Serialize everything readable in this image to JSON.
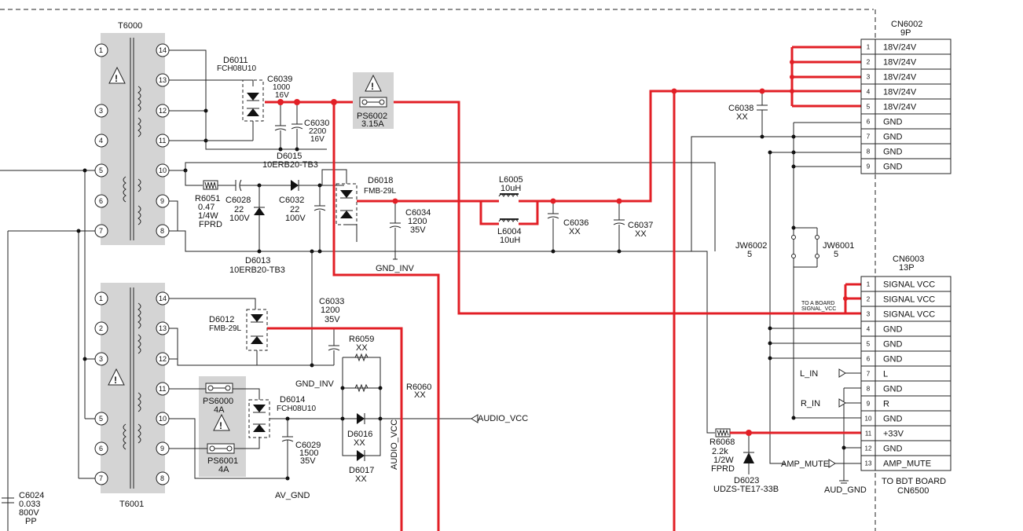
{
  "colors": {
    "power_rail": "#e21f26",
    "wire": "#222222",
    "core": "#d4d4d4"
  },
  "transformers": {
    "t6000": {
      "name": "T6000",
      "left_pins": [
        "1",
        "3",
        "4",
        "5",
        "6",
        "7"
      ],
      "right_pins": [
        "14",
        "13",
        "12",
        "11",
        "10",
        "9",
        "8"
      ]
    },
    "t6001": {
      "name": "T6001",
      "left_pins": [
        "1",
        "2",
        "3",
        "5",
        "6",
        "7"
      ],
      "right_pins": [
        "14",
        "13",
        "12",
        "11",
        "10",
        "9",
        "8"
      ]
    }
  },
  "components": {
    "d6011": {
      "ref": "D6011",
      "part": "FCH08U10"
    },
    "c6039": {
      "ref": "C6039",
      "v1": "1000",
      "v2": "16V"
    },
    "c6030": {
      "ref": "C6030",
      "v1": "2200",
      "v2": "16V"
    },
    "ps6002": {
      "ref": "PS6002",
      "v1": "3.15A"
    },
    "d6015": {
      "ref": "D6015",
      "part": "10ERB20-TB3"
    },
    "r6051": {
      "ref": "R6051",
      "v1": "0.47",
      "v2": "1/4W",
      "v3": "FPRD"
    },
    "c6028": {
      "ref": "C6028",
      "v1": "22",
      "v2": "100V"
    },
    "c6032": {
      "ref": "C6032",
      "v1": "22",
      "v2": "100V"
    },
    "d6018": {
      "ref": "D6018",
      "part": "FMB-29L"
    },
    "c6034": {
      "ref": "C6034",
      "v1": "1200",
      "v2": "35V"
    },
    "l6005": {
      "ref": "L6005",
      "v1": "10uH"
    },
    "l6004": {
      "ref": "L6004",
      "v1": "10uH"
    },
    "c6036": {
      "ref": "C6036",
      "v1": "XX"
    },
    "c6037": {
      "ref": "C6037",
      "v1": "XX"
    },
    "c6038": {
      "ref": "C6038",
      "v1": "XX"
    },
    "d6013": {
      "ref": "D6013",
      "part": "10ERB20-TB3"
    },
    "c6033": {
      "ref": "C6033",
      "v1": "1200",
      "v2": "35V"
    },
    "d6012": {
      "ref": "D6012",
      "part": "FMB-29L"
    },
    "r6059": {
      "ref": "R6059",
      "v1": "XX"
    },
    "r6060": {
      "ref": "R6060",
      "v1": "XX"
    },
    "ps6000": {
      "ref": "PS6000",
      "v1": "4A"
    },
    "ps6001": {
      "ref": "PS6001",
      "v1": "4A"
    },
    "d6014": {
      "ref": "D6014",
      "part": "FCH08U10"
    },
    "c6029": {
      "ref": "C6029",
      "v1": "1500",
      "v2": "35V"
    },
    "d6016": {
      "ref": "D6016",
      "v1": "XX"
    },
    "d6017": {
      "ref": "D6017",
      "v1": "XX"
    },
    "c6024": {
      "ref": "C6024",
      "v1": "0.033",
      "v2": "800V",
      "v3": "PP"
    },
    "r6068": {
      "ref": "R6068",
      "v1": "2.2k",
      "v2": "1/2W",
      "v3": "FPRD"
    },
    "d6023": {
      "ref": "D6023",
      "part": "UDZS-TE17-33B"
    },
    "jw6002": {
      "ref": "JW6002",
      "v1": "5"
    },
    "jw6001": {
      "ref": "JW6001",
      "v1": "5"
    }
  },
  "nets": {
    "gnd_inv_1": "GND_INV",
    "gnd_inv_2": "GND_INV",
    "av_gnd": "AV_GND",
    "audio_vcc": "AUDIO_VCC",
    "audio_vcc_vertical": "AUDIO_VCC",
    "aud_gnd": "AUD_GND",
    "l_in": "L_IN",
    "r_in": "R_IN",
    "amp_mute": "AMP_MUTE",
    "to_a_board": "TO A BOARD",
    "signal_vcc_note": "SIGNAL_VCC"
  },
  "cn6002": {
    "name": "CN6002",
    "pins_label": "9P",
    "rows": [
      {
        "pin": "1",
        "label": "18V/24V"
      },
      {
        "pin": "2",
        "label": "18V/24V"
      },
      {
        "pin": "3",
        "label": "18V/24V"
      },
      {
        "pin": "4",
        "label": "18V/24V"
      },
      {
        "pin": "5",
        "label": "18V/24V"
      },
      {
        "pin": "6",
        "label": "GND"
      },
      {
        "pin": "7",
        "label": "GND"
      },
      {
        "pin": "8",
        "label": "GND"
      },
      {
        "pin": "9",
        "label": "GND"
      }
    ]
  },
  "cn6003": {
    "name": "CN6003",
    "pins_label": "13P",
    "rows": [
      {
        "pin": "1",
        "label": "SIGNAL VCC"
      },
      {
        "pin": "2",
        "label": "SIGNAL VCC"
      },
      {
        "pin": "3",
        "label": "SIGNAL VCC"
      },
      {
        "pin": "4",
        "label": "GND"
      },
      {
        "pin": "5",
        "label": "GND"
      },
      {
        "pin": "6",
        "label": "GND"
      },
      {
        "pin": "7",
        "label": "L"
      },
      {
        "pin": "8",
        "label": "GND"
      },
      {
        "pin": "9",
        "label": "R"
      },
      {
        "pin": "10",
        "label": "GND"
      },
      {
        "pin": "11",
        "label": "+33V"
      },
      {
        "pin": "12",
        "label": "GND"
      },
      {
        "pin": "13",
        "label": "AMP_MUTE"
      }
    ]
  },
  "footer": {
    "line1": "TO BDT BOARD",
    "line2": "CN6500"
  }
}
